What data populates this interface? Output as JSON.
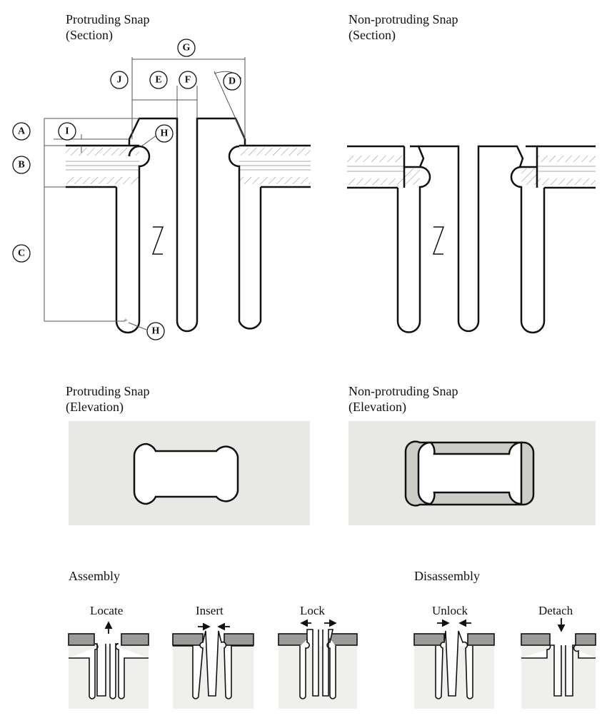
{
  "sections": {
    "protruding_section": {
      "line1": "Protruding Snap",
      "line2": "(Section)"
    },
    "nonprotruding_section": {
      "line1": "Non-protruding Snap",
      "line2": "(Section)"
    },
    "protruding_elevation": {
      "line1": "Protruding Snap",
      "line2": "(Elevation)"
    },
    "nonprotruding_elevation": {
      "line1": "Non-protruding Snap",
      "line2": "(Elevation)"
    }
  },
  "dimension_labels": {
    "A": "A",
    "B": "B",
    "C": "C",
    "D": "D",
    "E": "E",
    "F": "F",
    "G": "G",
    "H": "H",
    "I": "I",
    "J": "J"
  },
  "process": {
    "assembly": "Assembly",
    "disassembly": "Disassembly",
    "steps": {
      "locate": "Locate",
      "insert": "Insert",
      "lock": "Lock",
      "unlock": "Unlock",
      "detach": "Detach"
    }
  },
  "colors": {
    "line": "#111111",
    "panel": "#e8e8e4",
    "sheet": "#9a9a96",
    "wall": "#cdcdc8"
  }
}
